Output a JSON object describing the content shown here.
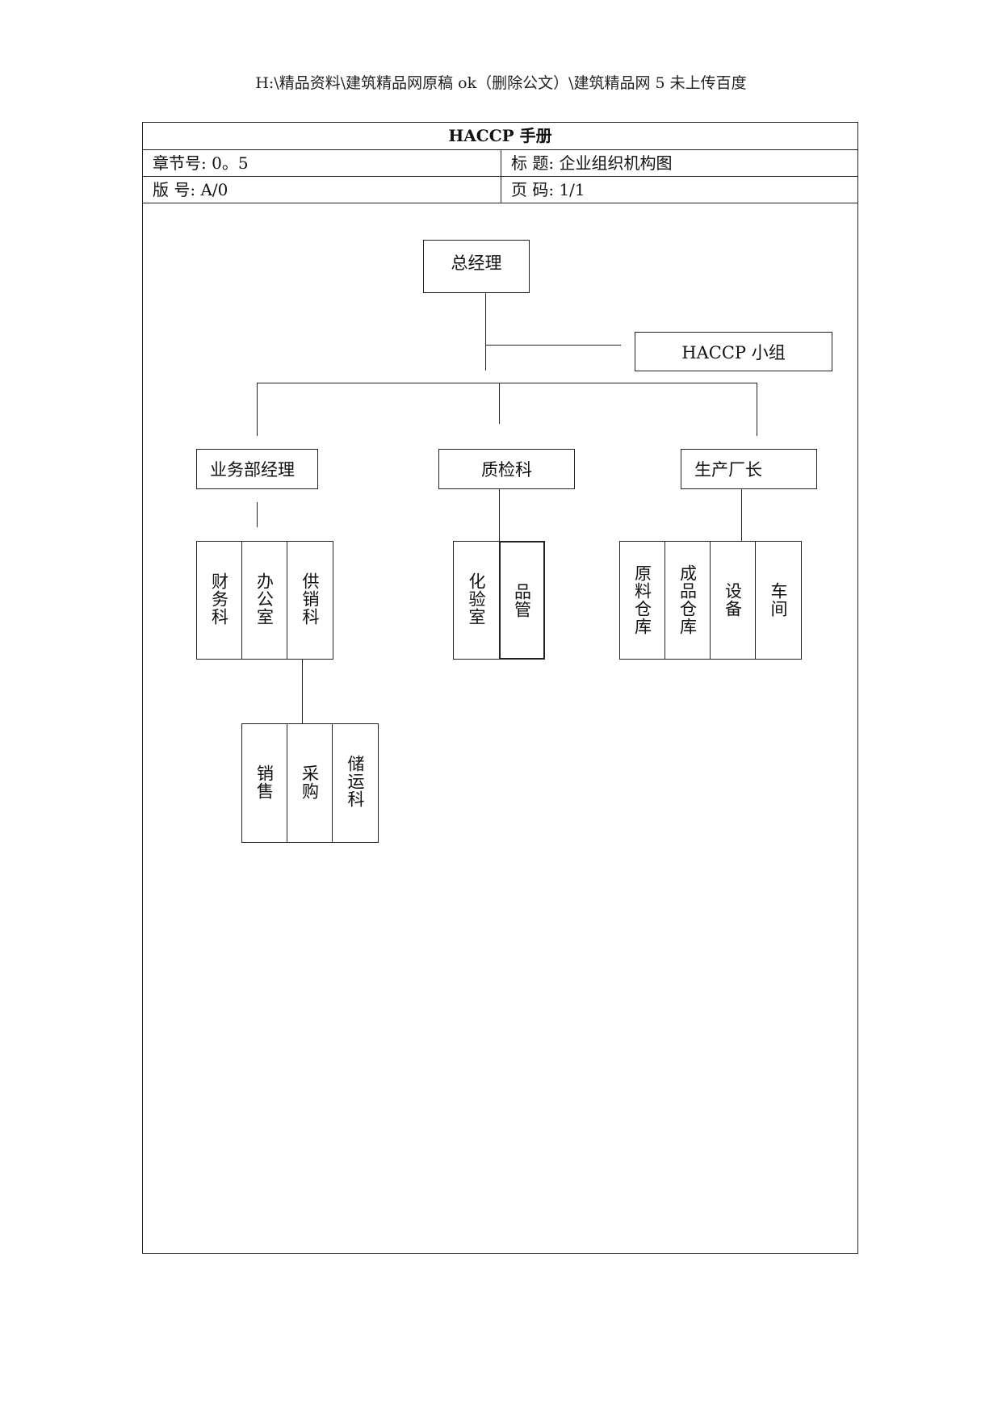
{
  "header": {
    "path": "H:\\精品资料\\建筑精品网原稿 ok（删除公文）\\建筑精品网 5 未上传百度"
  },
  "doc": {
    "title": "HACCP 手册",
    "chapter": "章节号: 0。5",
    "subject": "标    题: 企业组织机构图",
    "version": "版    号: A/0",
    "page": "页    码: 1/1"
  },
  "org": {
    "gm": "总经理",
    "haccp_team": "HACCP 小组",
    "business_manager": "业务部经理",
    "qc_dept": "质检科",
    "plant_manager": "生产厂长",
    "finance": "财务科",
    "office": "办公室",
    "supply_sales": "供销科",
    "lab": "化验室",
    "quality_mgmt": "品管",
    "raw_store": "原料仓库",
    "finished_store": "成品仓库",
    "equipment": "设备",
    "workshop": "车间",
    "sales": "销售",
    "purchase": "采购",
    "storage_transport": "储运科"
  }
}
